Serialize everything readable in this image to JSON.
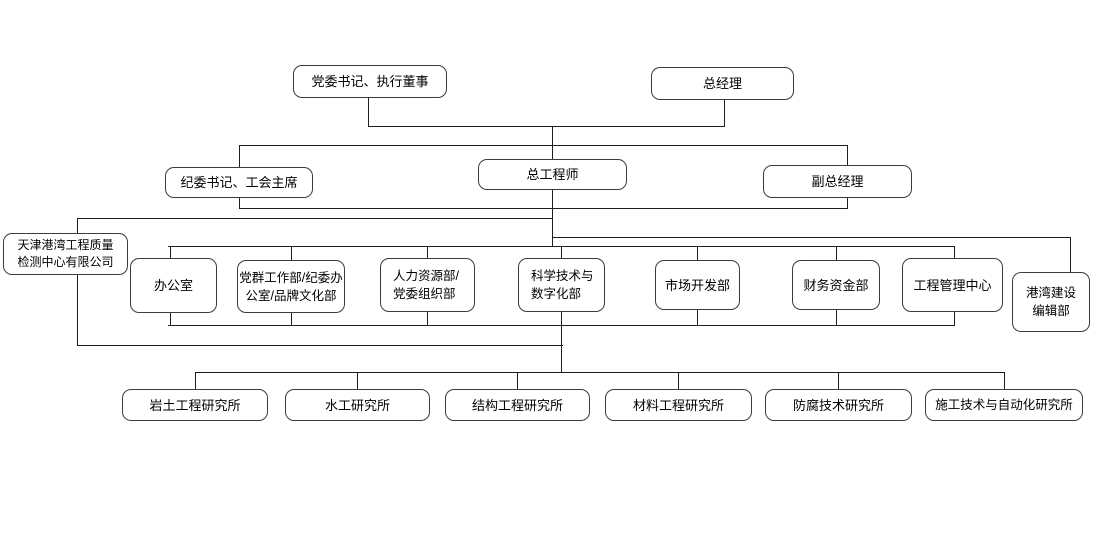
{
  "diagram": {
    "type": "org-chart",
    "colors": {
      "background": "#ffffff",
      "line": "#1e1e1e",
      "box_border": "#3c3c3c",
      "box_fill": "#ffffff",
      "text": "#000000"
    },
    "executives": [
      {
        "id": "party_secretary_executive_director",
        "label": "党委书记、执行董事"
      },
      {
        "id": "general_manager",
        "label": "总经理"
      }
    ],
    "senior_management": [
      {
        "id": "discipline_secretary_union_chairman",
        "label": "纪委书记、工会主席"
      },
      {
        "id": "chief_engineer",
        "label": "总工程师"
      },
      {
        "id": "deputy_general_manager",
        "label": "副总经理"
      }
    ],
    "affiliate": {
      "id": "tianjin_harbor_quality_inspection_center",
      "label": "天津港湾工程质量\n检测中心有限公司"
    },
    "departments": [
      {
        "id": "general_office",
        "label": "办公室"
      },
      {
        "id": "party_mass_work_dept",
        "label": "党群工作部/纪委办\n公室/品牌文化部"
      },
      {
        "id": "hr_party_organization_dept",
        "label": "人力资源部/\n党委组织部"
      },
      {
        "id": "science_technology_digitalization_dept",
        "label": "科学技术与\n数字化部"
      },
      {
        "id": "market_development_dept",
        "label": "市场开发部"
      },
      {
        "id": "finance_capital_dept",
        "label": "财务资金部"
      },
      {
        "id": "engineering_management_center",
        "label": "工程管理中心"
      },
      {
        "id": "harbor_construction_editorial_office",
        "label": "港湾建设\n编辑部"
      }
    ],
    "institutes": [
      {
        "id": "geotechnical_engineering_institute",
        "label": "岩土工程研究所"
      },
      {
        "id": "hydraulic_engineering_institute",
        "label": "水工研究所"
      },
      {
        "id": "structural_engineering_institute",
        "label": "结构工程研究所"
      },
      {
        "id": "materials_engineering_institute",
        "label": "材料工程研究所"
      },
      {
        "id": "anticorrosion_technology_institute",
        "label": "防腐技术研究所"
      },
      {
        "id": "construction_technology_automation_institute",
        "label": "施工技术与自动化研究所"
      }
    ]
  }
}
